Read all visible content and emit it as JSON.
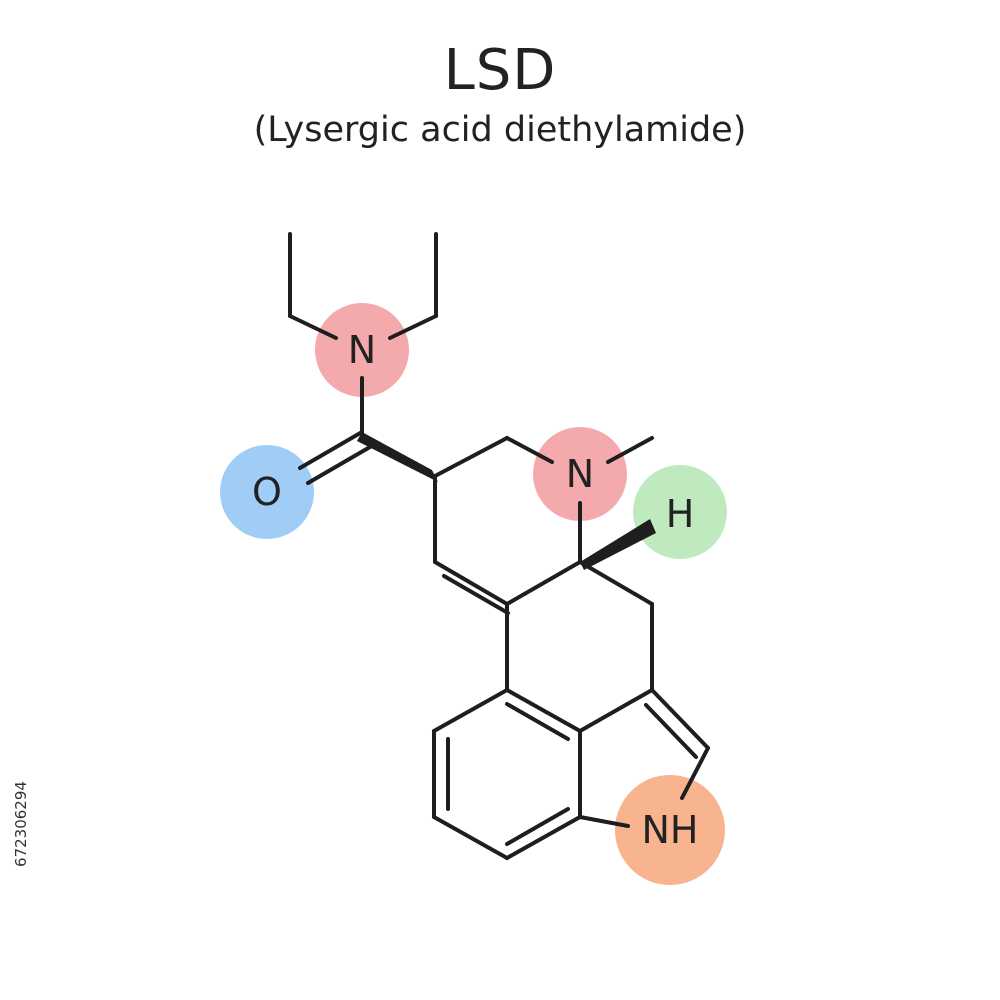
{
  "title": "LSD",
  "subtitle": "(Lysergic acid diethylamide)",
  "stock_id": "672306294",
  "atoms": {
    "amide_nitrogen": {
      "label": "N",
      "color": "#f4a9ad"
    },
    "carbonyl_oxygen": {
      "label": "O",
      "color": "#9fcdf5"
    },
    "ring_nitrogen": {
      "label": "N",
      "color": "#f4a9ad"
    },
    "stereo_hydrogen": {
      "label": "H",
      "color": "#bfeabf"
    },
    "indole_nh": {
      "label": "NH",
      "color": "#f8b38f"
    }
  }
}
